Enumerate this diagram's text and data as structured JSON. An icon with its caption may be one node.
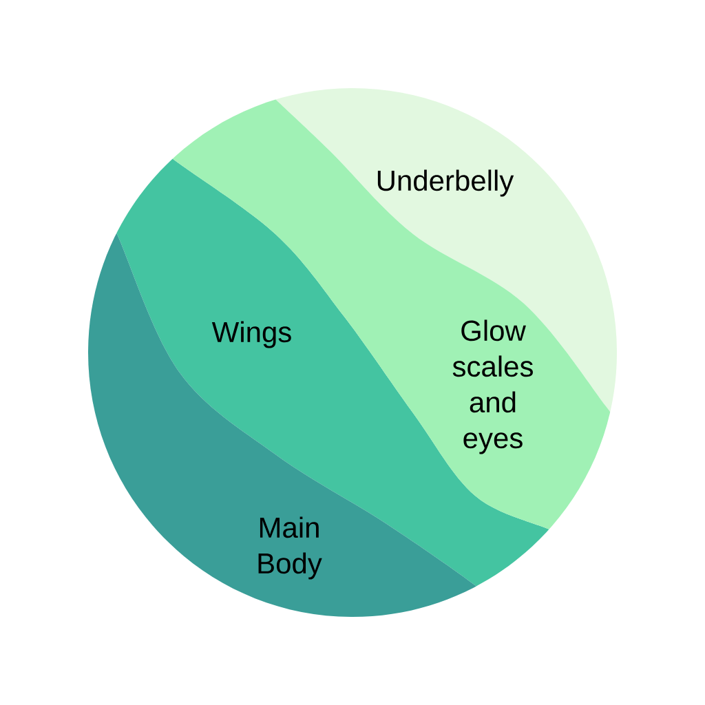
{
  "diagram": {
    "nodes": [
      {
        "text": [
          "Underbelly"
        ]
      },
      {
        "text": [
          "Wings"
        ]
      },
      {
        "text": [
          "Glow scales and eyes"
        ]
      },
      {
        "text": [
          "Main Body"
        ]
      }
    ]
  }
}
